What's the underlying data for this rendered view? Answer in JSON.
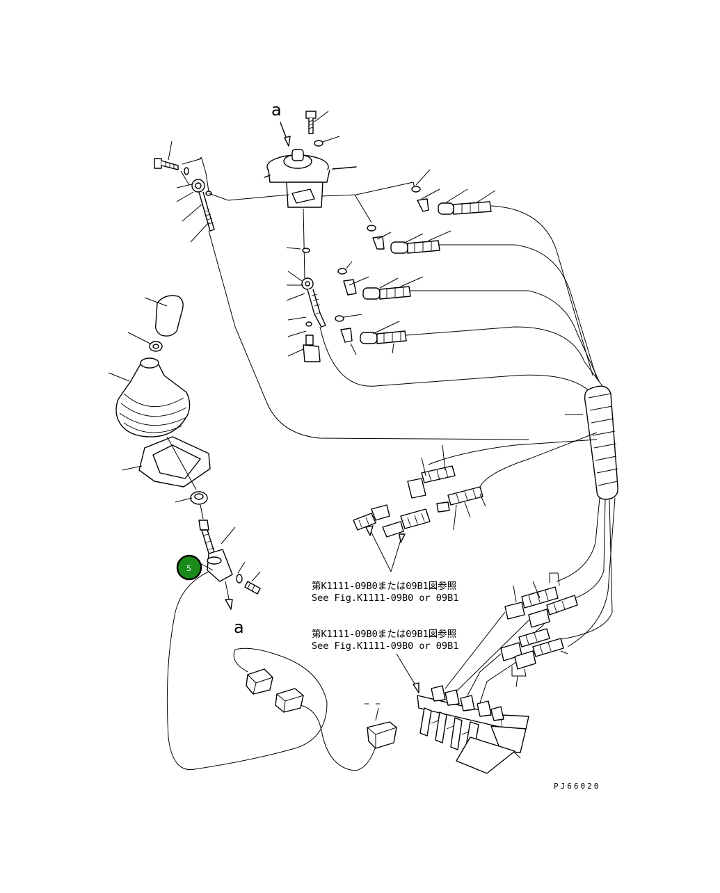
{
  "view_label_top": "a",
  "view_label_bottom": "a",
  "reference_note_1_jp": "第K1111-09B0または09B1図参照",
  "reference_note_1_en": "See Fig.K1111-09B0 or 09B1",
  "reference_note_2_jp": "第K1111-09B0または09B1図参照",
  "reference_note_2_en": "See Fig.K1111-09B0 or 09B1",
  "drawing_code": "PJ66020",
  "callout": {
    "number": "5",
    "color": "#1a8a1a"
  }
}
